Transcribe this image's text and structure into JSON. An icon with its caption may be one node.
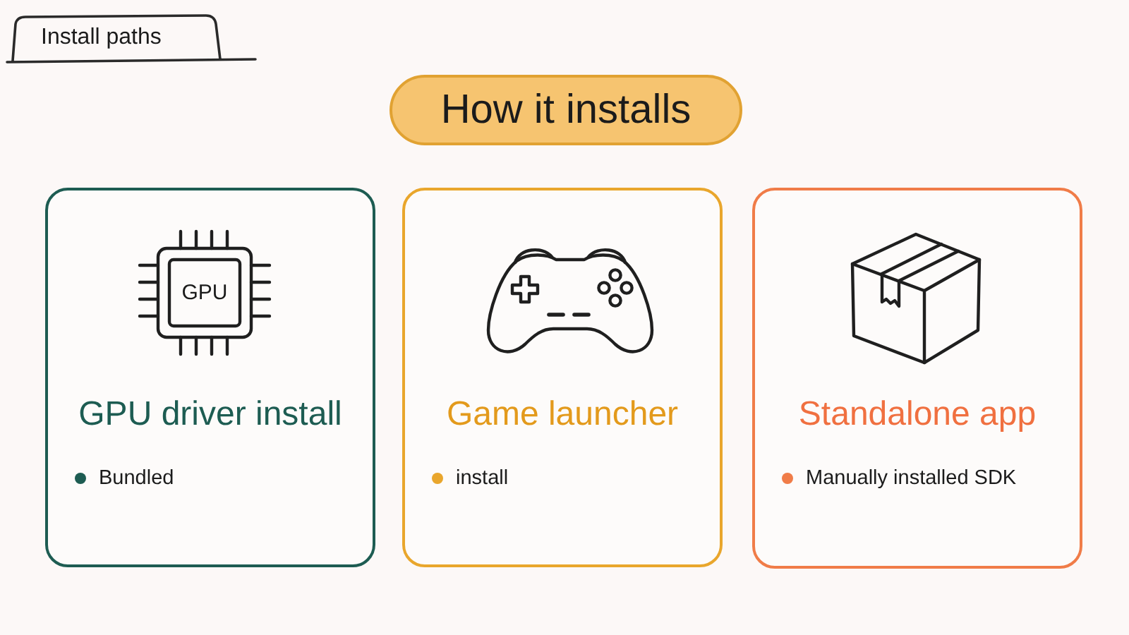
{
  "diagram": {
    "nodes": [
      {
        "text": [
          "Install paths"
        ]
      },
      {
        "text": [
          "How it installs"
        ]
      },
      {
        "text": [
          "GPU driver install",
          "Bundled"
        ]
      },
      {
        "text": [
          "GPU"
        ],
        "in": 2
      },
      {
        "text": [
          "Game launcher",
          "install"
        ]
      },
      {
        "text": [
          "Standalone app",
          "Manually installed SDK"
        ]
      }
    ]
  }
}
